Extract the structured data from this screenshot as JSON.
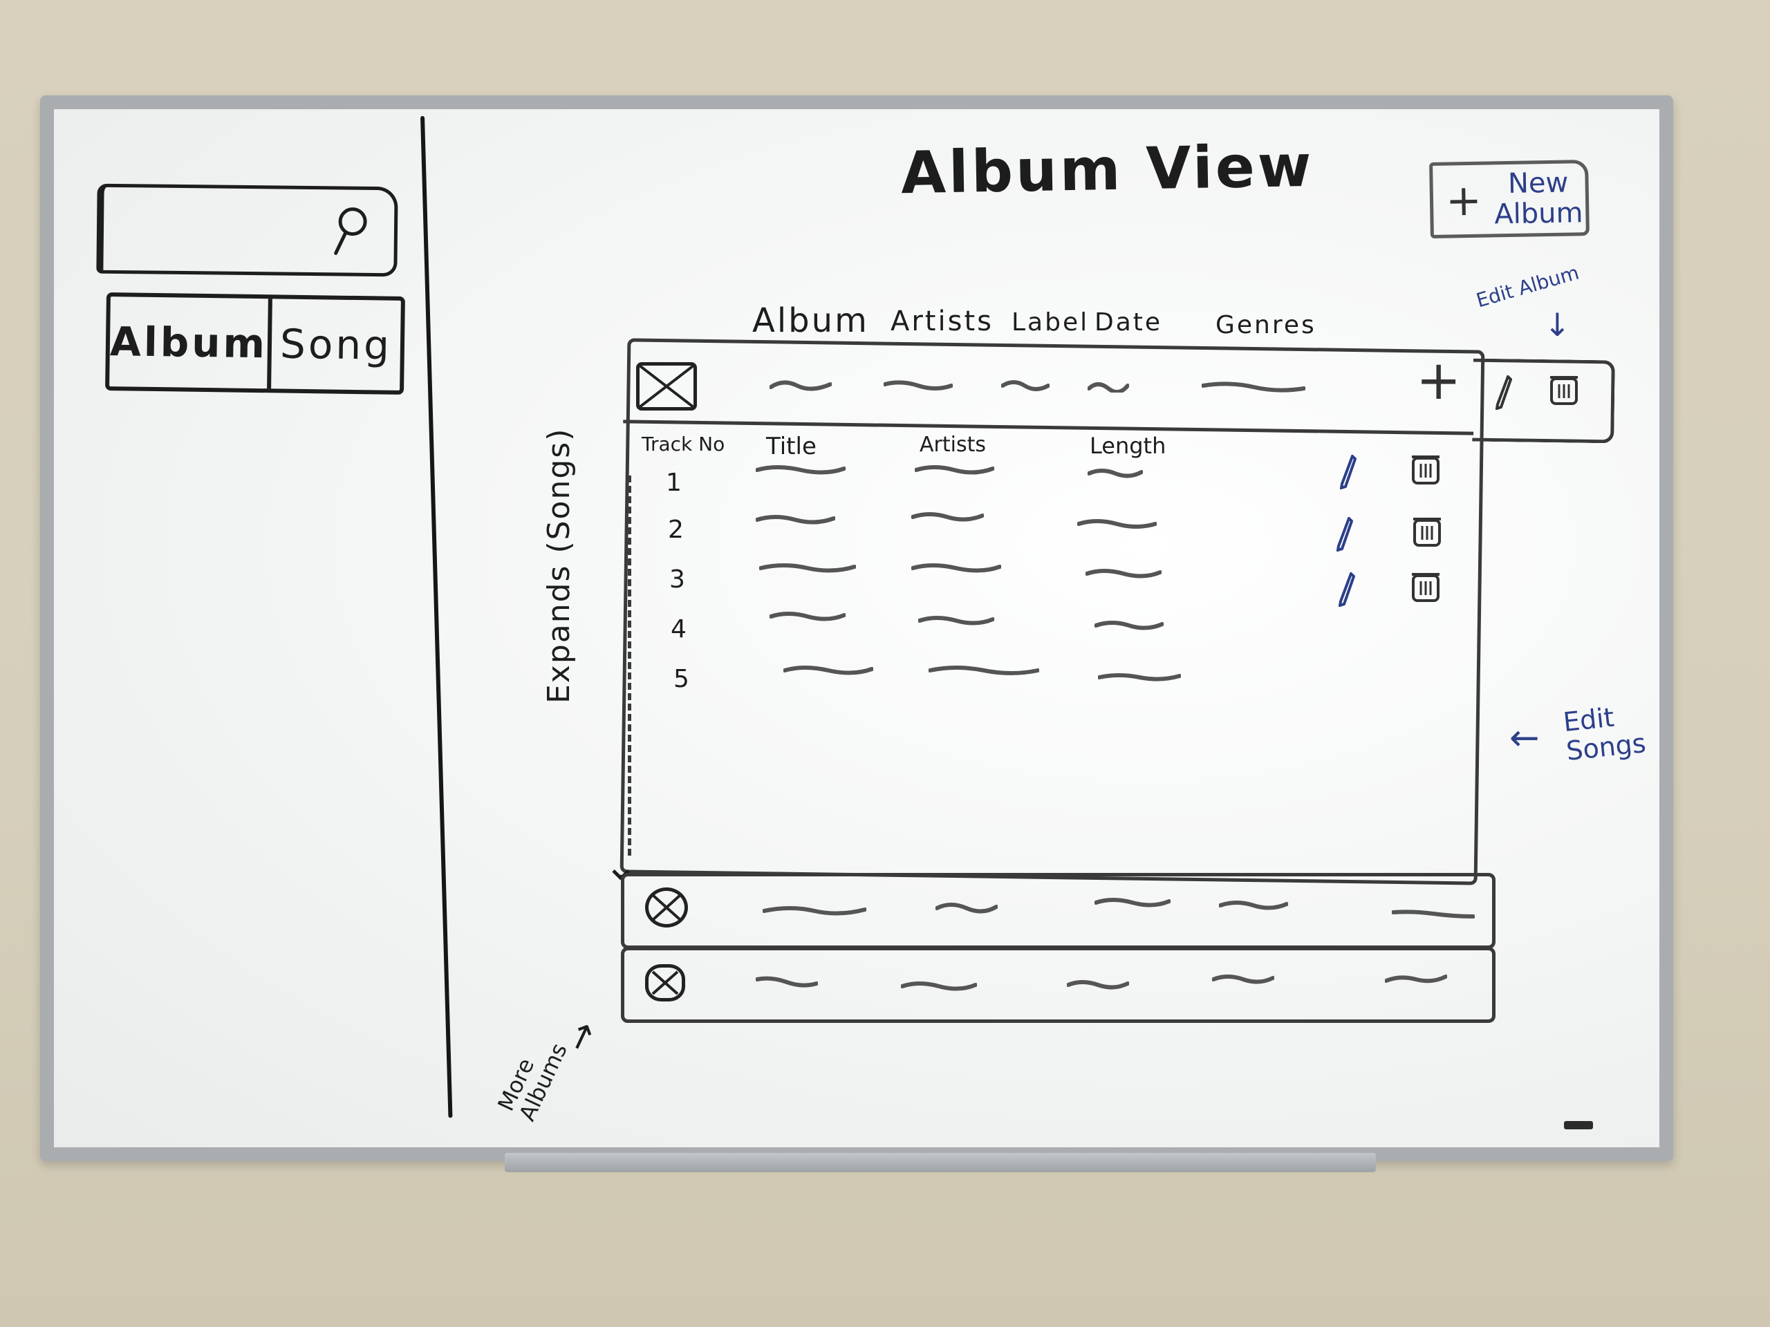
{
  "sidebar": {
    "search": {
      "icon": "search-icon"
    },
    "tabs": [
      {
        "label": "Album"
      },
      {
        "label": "Song"
      }
    ]
  },
  "main": {
    "title": "Album View",
    "new_album_button": {
      "label": "New\nAlbum",
      "icon": "plus-icon"
    },
    "columns": [
      "Album",
      "Artists",
      "Label",
      "Date",
      "Genres"
    ],
    "edit_album_note": "Edit Album",
    "song_columns": [
      "Track No",
      "Title",
      "Artists",
      "Length"
    ],
    "tracks": [
      "1",
      "2",
      "3",
      "4",
      "5"
    ],
    "expands_note": "Expands (Songs)",
    "edit_songs_note": "Edit\nSongs",
    "more_albums_note": "More\nAlbums"
  },
  "colors": {
    "ink": "#1d1d1d",
    "blue_ink": "#2c3f8a",
    "board": "#f6f7f7",
    "frame": "#a9adb0",
    "wall": "#d9d1bd"
  }
}
